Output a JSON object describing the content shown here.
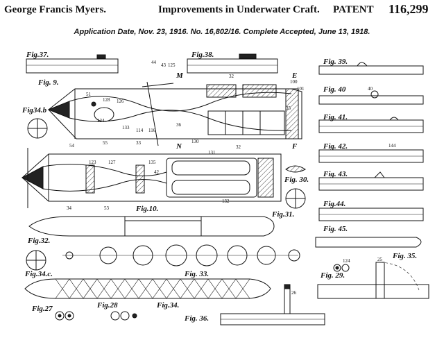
{
  "header": {
    "inventor": "George Francis Myers.",
    "title": "Improvements in Underwater Craft.",
    "patent_label": "PATENT",
    "patent_number": "116,299"
  },
  "subheader": "Application Date, Nov. 23, 1916.  No. 16,802/16.  Complete Accepted, June 13, 1918.",
  "figures": {
    "fig9": "Fig. 9.",
    "fig10": "Fig.10.",
    "fig27": "Fig.27",
    "fig28": "Fig.28",
    "fig29": "Fig. 29.",
    "fig30": "Fig. 30.",
    "fig31": "Fig.31.",
    "fig32": "Fig.32.",
    "fig33": "Fig. 33.",
    "fig34": "Fig.34.",
    "fig34b": "Fig34.b",
    "fig34c": "Fig.34.c.",
    "fig35": "Fig. 35.",
    "fig36": "Fig. 36.",
    "fig37": "Fig.37.",
    "fig38": "Fig.38.",
    "fig39": "Fig. 39.",
    "fig40": "Fig. 40",
    "fig41": "Fig. 41.",
    "fig42": "Fig. 42.",
    "fig43": "Fig. 43.",
    "fig44": "Fig.44.",
    "fig45": "Fig. 45."
  },
  "letters": {
    "m": "M",
    "e": "E",
    "n": "N",
    "f": "F"
  },
  "callouts": {
    "c1": "44",
    "c2": "43",
    "c3": "125",
    "c4": "100",
    "c5": "101",
    "c6": "51",
    "c7": "128",
    "c8": "126",
    "c9": "134",
    "c10": "133",
    "c11": "114",
    "c12": "116",
    "c13": "36",
    "c14": "130",
    "c15": "54",
    "c16": "33",
    "c17": "32",
    "c18": "35",
    "c19": "34",
    "c20": "55",
    "c21": "53",
    "c22": "131",
    "c23": "132",
    "c24": "123",
    "c25": "127",
    "c26": "135",
    "c27": "124",
    "c28": "25",
    "c29": "26",
    "c30": "42",
    "c31": "32",
    "c32": "144",
    "c33": "40"
  }
}
